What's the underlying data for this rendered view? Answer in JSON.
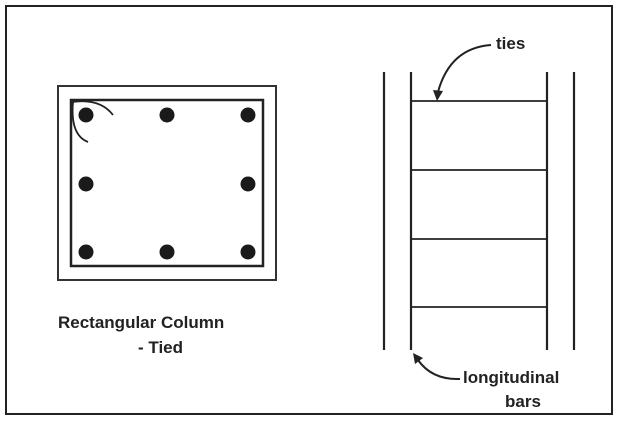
{
  "section_label": {
    "line1": "Rectangular Column",
    "line2": "- Tied"
  },
  "callouts": {
    "ties": "ties",
    "longitudinal_line1": "longitudinal",
    "longitudinal_line2": "bars"
  },
  "colors": {
    "stroke": "#222222",
    "background": "#ffffff"
  }
}
